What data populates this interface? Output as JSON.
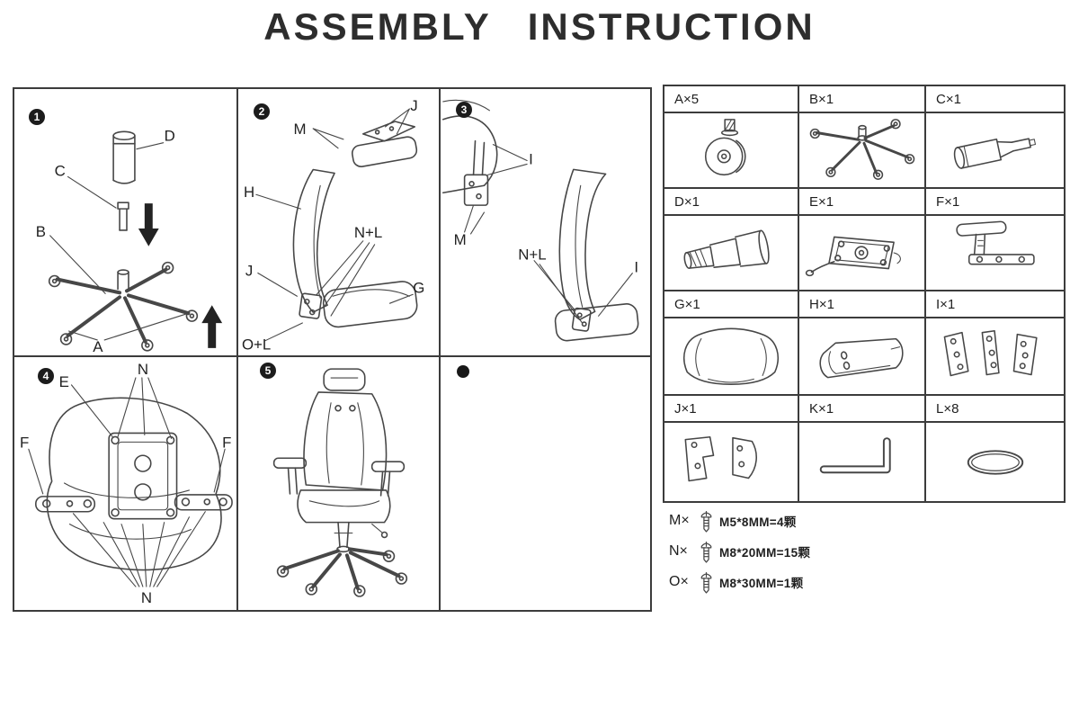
{
  "title": "ASSEMBLY INSTRUCTION",
  "steps": {
    "step1": {
      "number": "1",
      "labels": {
        "d": "D",
        "c": "C",
        "b": "B",
        "a": "A"
      }
    },
    "step2": {
      "number": "2",
      "labels": {
        "m": "M",
        "j_inset": "J",
        "h": "H",
        "j": "J",
        "nl": "N+L",
        "g": "G",
        "ol": "O+L"
      }
    },
    "step3": {
      "number": "3",
      "labels": {
        "i_top": "I",
        "m": "M",
        "nl": "N+L",
        "i": "I"
      }
    },
    "step4": {
      "number": "4",
      "labels": {
        "e": "E",
        "n_top": "N",
        "f_left": "F",
        "f_right": "F",
        "n_bottom": "N"
      }
    },
    "step5": {
      "number": "5"
    }
  },
  "parts": {
    "a": "A×5",
    "b": "B×1",
    "c": "C×1",
    "d": "D×1",
    "e": "E×1",
    "f": "F×1",
    "g": "G×1",
    "h": "H×1",
    "i": "I×1",
    "j": "J×1",
    "k": "K×1",
    "l": "L×8"
  },
  "screws": {
    "m": {
      "label": "M×",
      "spec": "M5*8MM=4颗"
    },
    "n": {
      "label": "N×",
      "spec": "M8*20MM=15颗"
    },
    "o": {
      "label": "O×",
      "spec": "M8*30MM=1颗"
    }
  },
  "colors": {
    "ink": "#2d2d2d",
    "line": "#474747"
  }
}
